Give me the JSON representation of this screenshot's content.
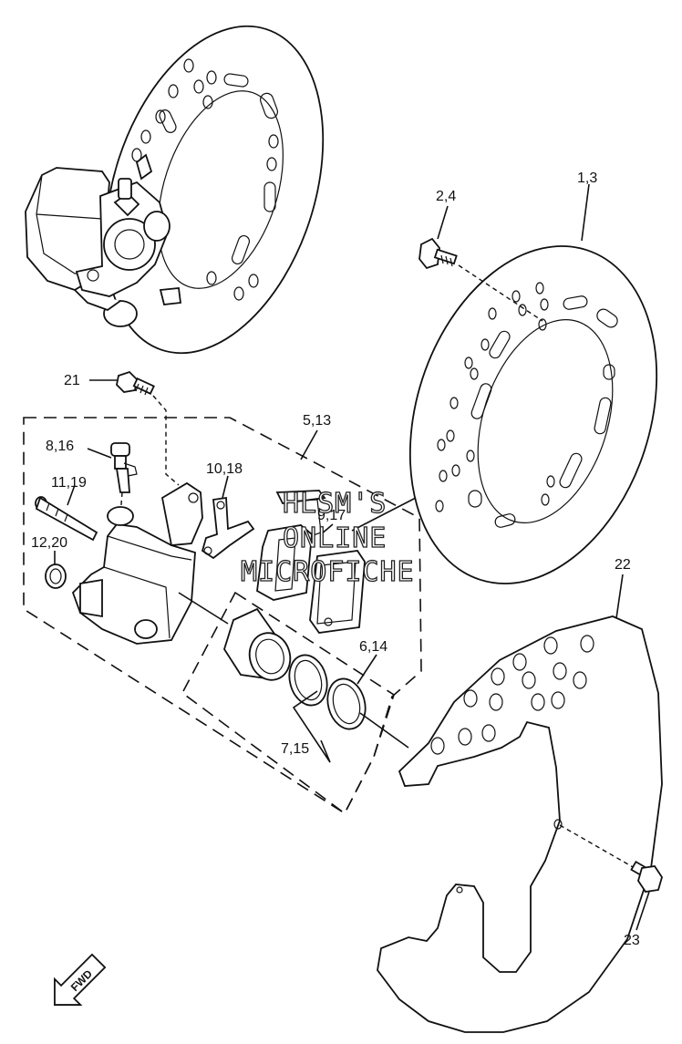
{
  "labels": {
    "disc_part": "1,3",
    "disc_bolt": "2,4",
    "pad_kit": "5,13",
    "pad_shim": "6,14",
    "seal_set": "7,15",
    "bleed_screw": "8,16",
    "pad_support": "9,17",
    "pad_spring": "10,18",
    "pin": "11,19",
    "boot": "12,20",
    "caliper_bolt": "21",
    "disc_cover": "22",
    "cover_bolt": "23"
  },
  "watermark": {
    "line1": "HLSM'S",
    "line2": "ONLINE",
    "line3": "MICROFICHE"
  },
  "fwd": "FWD"
}
